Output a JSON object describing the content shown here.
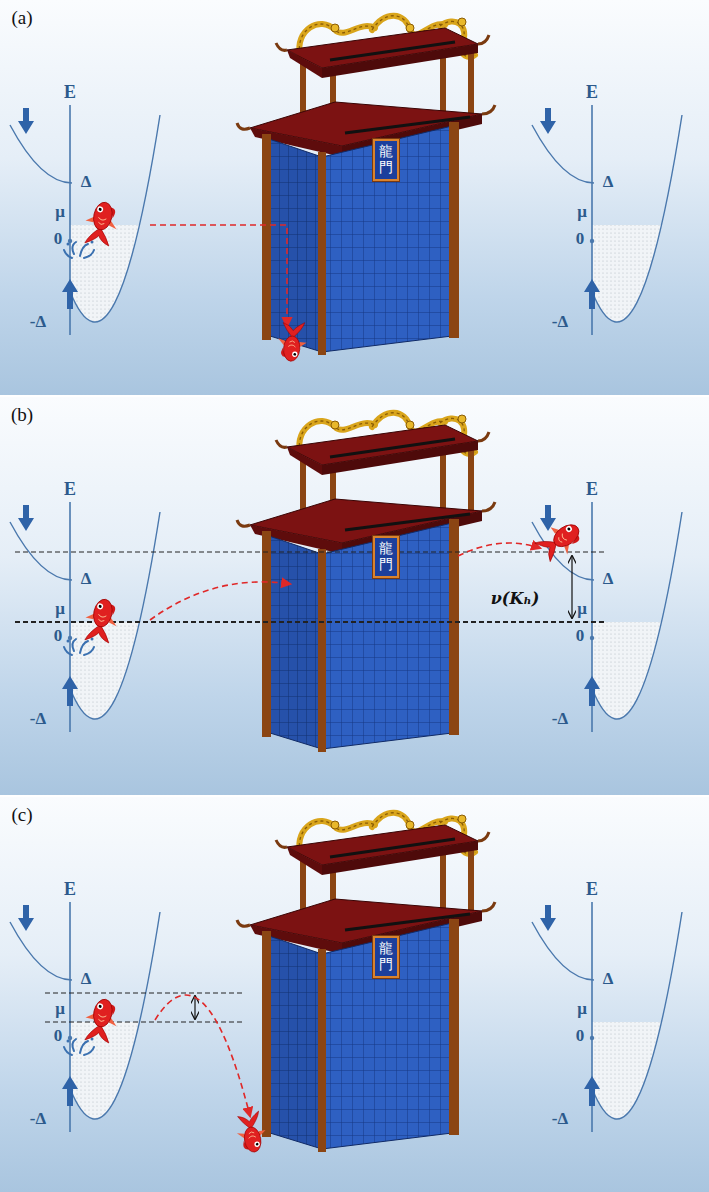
{
  "diagram": {
    "nodes": [
      {
        "text": [
          "龍門"
        ]
      },
      {
        "text": [
          "龍門"
        ]
      },
      {
        "text": [
          "龍門"
        ]
      }
    ],
    "labels": [
      "(a)",
      "E",
      "Δ",
      "μ",
      "0",
      "-Δ",
      "E",
      "Δ",
      "μ",
      "0",
      "-Δ",
      "(b)",
      "E",
      "Δ",
      "μ",
      "0",
      "-Δ",
      "E",
      "Δ",
      "μ",
      "0",
      "-Δ",
      "ν(Kₕ)",
      "(c)",
      "E",
      "Δ",
      "μ",
      "0",
      "-Δ",
      "E",
      "Δ",
      "μ",
      "0",
      "-Δ"
    ]
  }
}
